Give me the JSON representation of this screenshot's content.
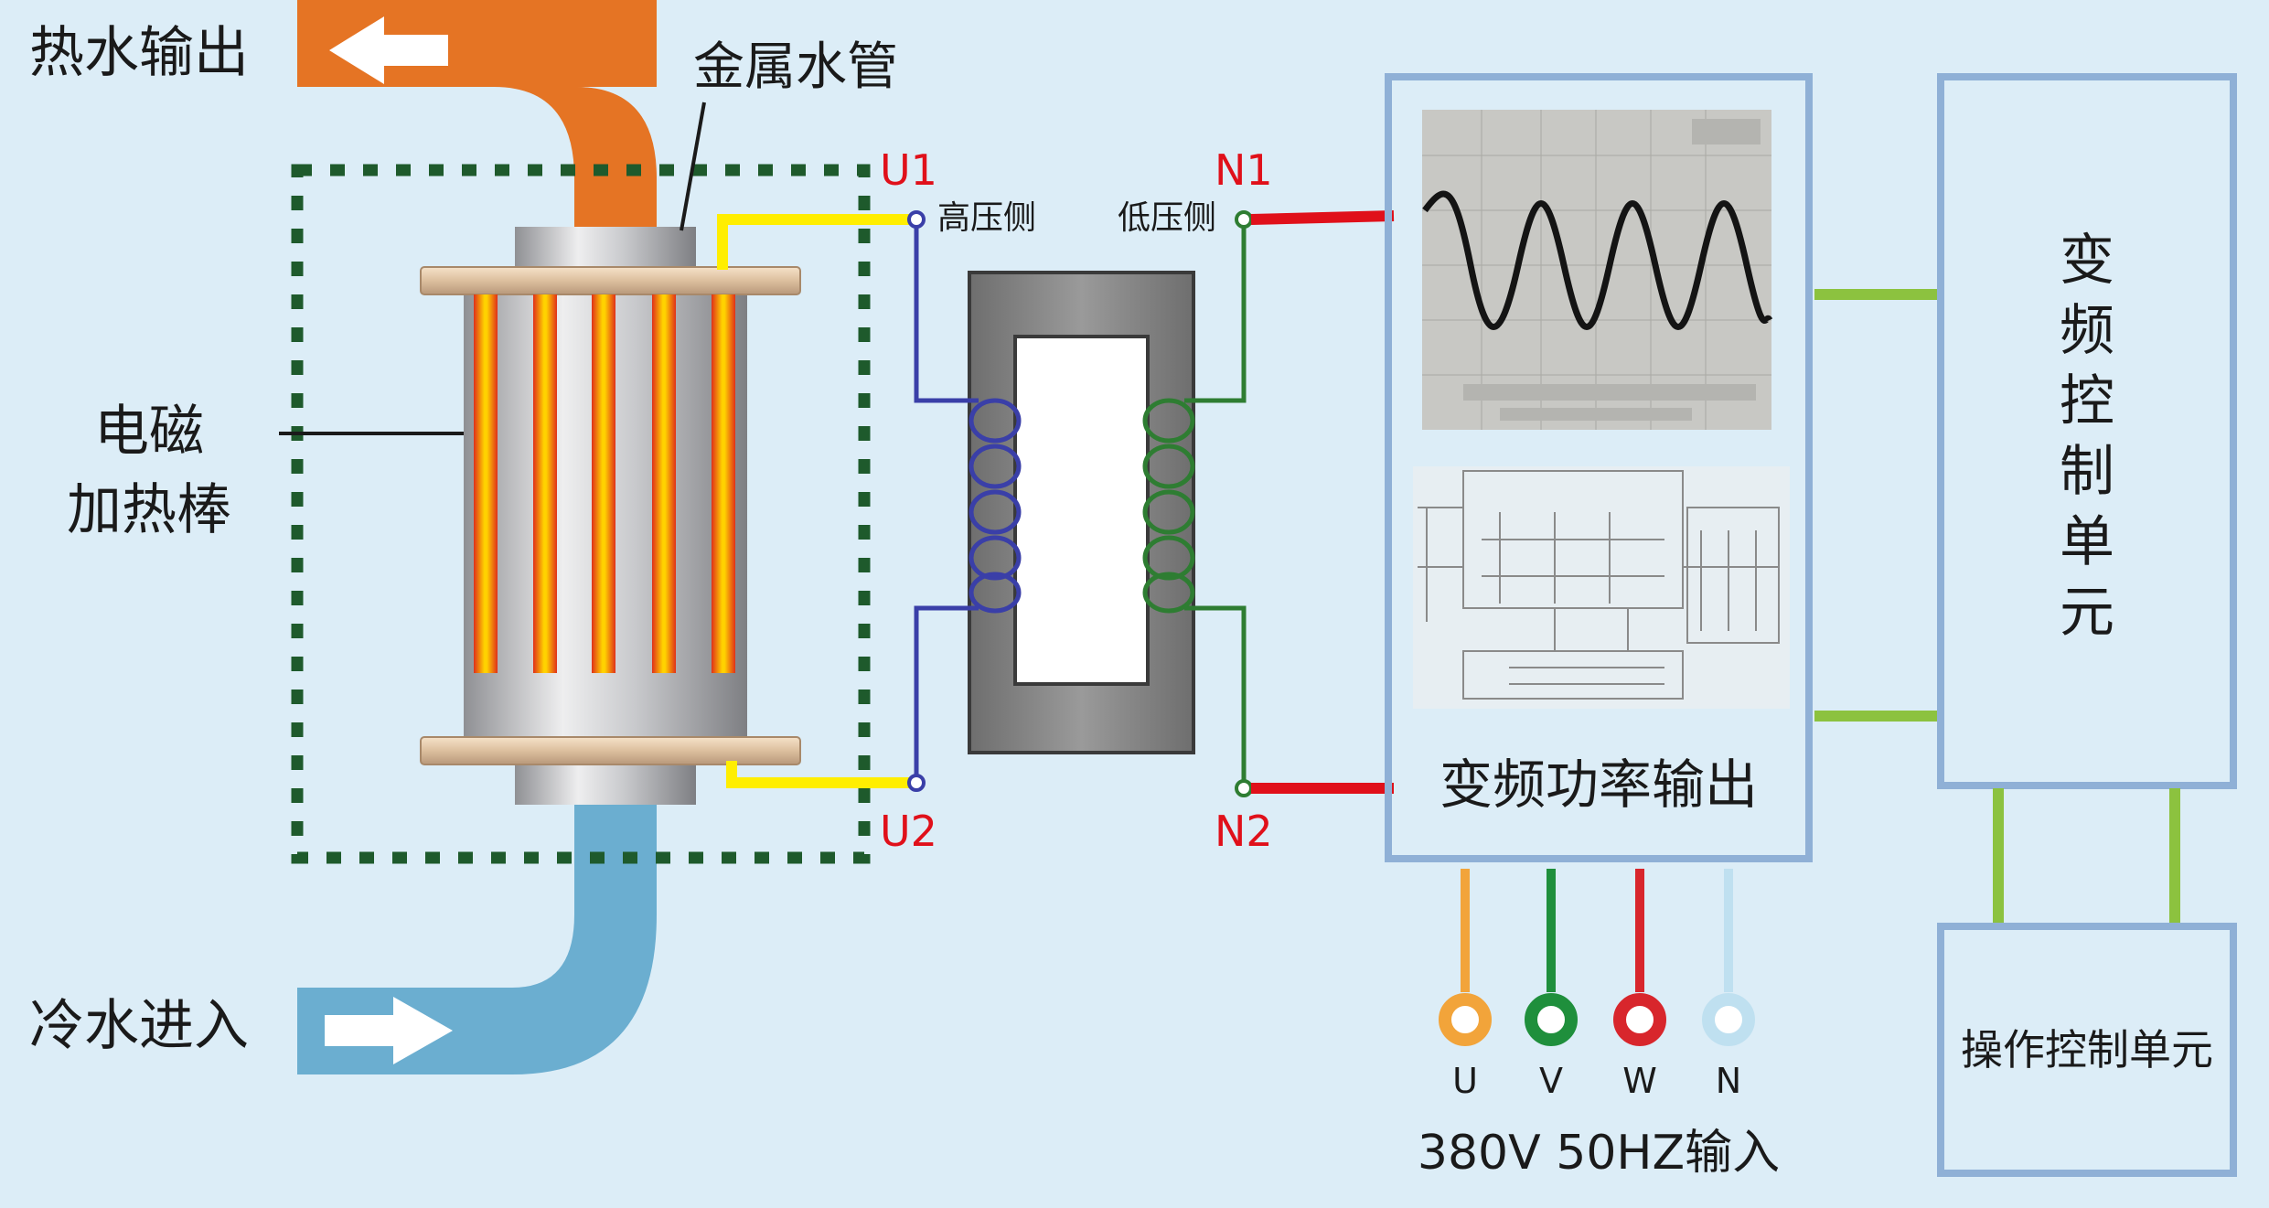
{
  "labels": {
    "hot_water_out": "热水输出",
    "metal_pipe": "金属水管",
    "heating_rod_line1": "电磁",
    "heating_rod_line2": "加热棒",
    "cold_water_in": "冷水进入",
    "u1": "U1",
    "u2": "U2",
    "n1": "N1",
    "n2": "N2",
    "high_voltage_side": "高压侧",
    "low_voltage_side": "低压侧",
    "vf_power_output": "变频功率输出",
    "vf_control_unit_chars": [
      "变",
      "频",
      "控",
      "制",
      "单",
      "元"
    ],
    "operation_control_unit": "操作控制单元",
    "input_label": "380V 50HZ输入"
  },
  "phases": [
    {
      "label": "U",
      "color": "#f2a43a"
    },
    {
      "label": "V",
      "color": "#1f8f3c"
    },
    {
      "label": "W",
      "color": "#d8262c"
    },
    {
      "label": "N",
      "color": "#bfe0f0"
    }
  ],
  "colors": {
    "background": "#dcedf7",
    "hot_pipe": "#e57424",
    "cold_pipe": "#6baed0",
    "dashed_box": "#1e5a2c",
    "yellow_lead": "#ffee00",
    "red_lead": "#e0101a",
    "primary_coil": "#3a3fa8",
    "secondary_coil": "#2e7d32",
    "node_red": "#e0101a",
    "box_border": "#8fb0d6",
    "green_link": "#8cc23f"
  }
}
